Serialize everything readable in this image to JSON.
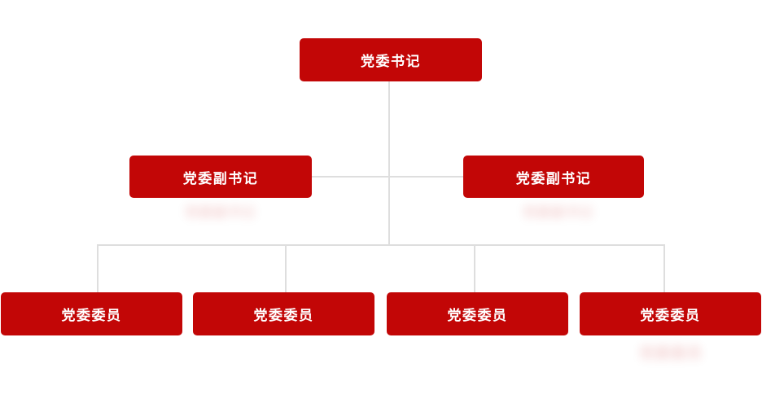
{
  "colors": {
    "node_background": "#c20606",
    "node_text": "#ffffff",
    "connector_line": "#dedede",
    "page_background": "#ffffff"
  },
  "org_chart": {
    "type": "org-chart",
    "root": {
      "label": "党委书记"
    },
    "deputies": [
      {
        "label": "党委副书记"
      },
      {
        "label": "党委副书记"
      }
    ],
    "members": [
      {
        "label": "党委委员"
      },
      {
        "label": "党委委员"
      },
      {
        "label": "党委委员"
      },
      {
        "label": "党委委员"
      }
    ]
  }
}
